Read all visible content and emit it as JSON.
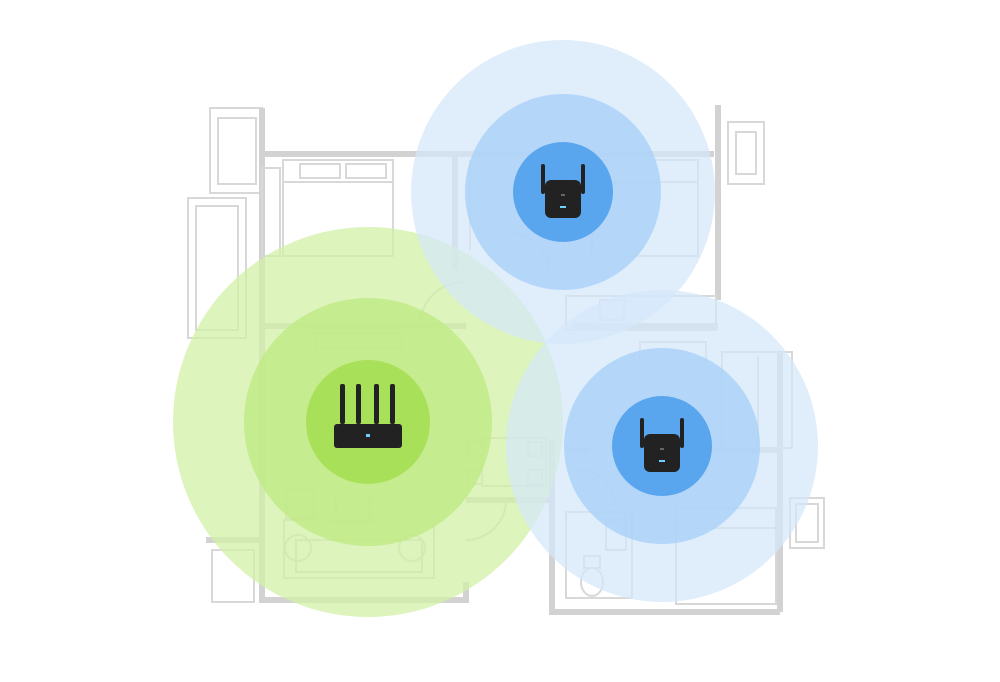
{
  "colors": {
    "background": "#ffffff",
    "plan_line": "#d6d6d6",
    "plan_wall": "#cfcfcf",
    "router_outer": "#d2f0a6",
    "router_mid": "#c1ea86",
    "router_inner": "#a8e05a",
    "extender_outer": "#d4e8fb",
    "extender_mid": "#a9d1f8",
    "extender_inner": "#5aa6ee",
    "device": "#222222",
    "indicator": "#6fd0ff"
  },
  "devices": [
    {
      "kind": "router",
      "icon": "router-icon",
      "coverage": "green"
    },
    {
      "kind": "extender",
      "icon": "extender-icon",
      "coverage": "blue"
    },
    {
      "kind": "extender",
      "icon": "extender-icon",
      "coverage": "blue"
    }
  ],
  "icons": {
    "router": "router-icon",
    "extender": "extender-icon"
  }
}
